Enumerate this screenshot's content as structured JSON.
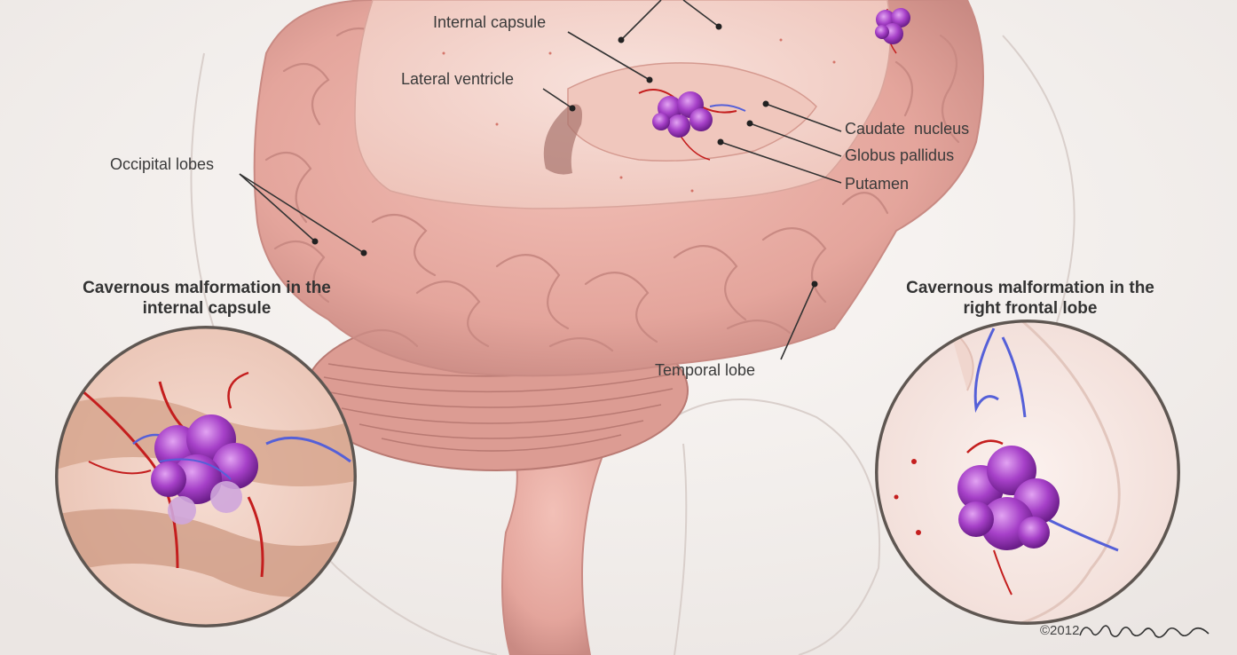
{
  "labels": {
    "internal_capsule": "Internal capsule",
    "lateral_ventricle": "Lateral ventricle",
    "occipital_lobes": "Occipital lobes",
    "caudate_nucleus": "Caudate  nucleus",
    "globus_pallidus": "Globus pallidus",
    "putamen": "Putamen",
    "temporal_lobe": "Temporal lobe"
  },
  "insets": {
    "left": {
      "line1": "Cavernous malformation in the",
      "line2": "internal capsule"
    },
    "right": {
      "line1": "Cavernous malformation in the",
      "line2": "right frontal lobe"
    }
  },
  "copyright": "©2012",
  "colors": {
    "brain_tissue": "#e8aaa2",
    "brain_shadow": "#c98a83",
    "cut_surface": "#f3d4cc",
    "malformation": "#a640c8",
    "artery": "#c41e1e",
    "vein": "#5560d8",
    "background": "#f4f1ef"
  }
}
